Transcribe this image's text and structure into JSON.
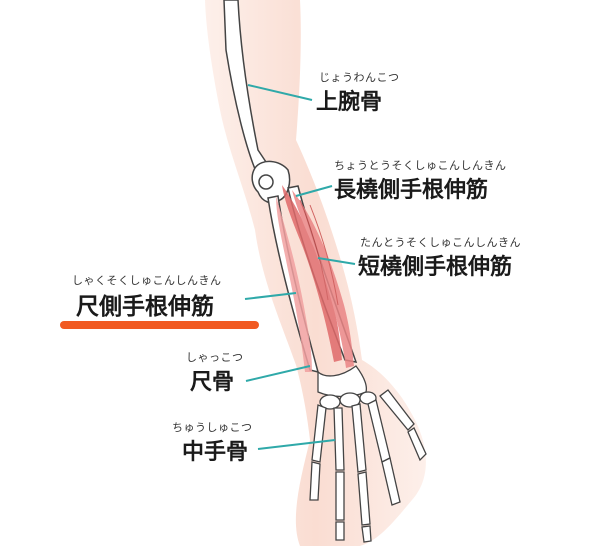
{
  "colors": {
    "leader_line": "#2fa9a9",
    "highlight_underline": "#f15a22",
    "skin": "#fbe4dc",
    "muscle": "#e57373",
    "bone_outline": "#444444"
  },
  "labels": {
    "humerus": {
      "reading": "じょうわんこつ",
      "name": "上腕骨"
    },
    "ecrl": {
      "reading": "ちょうとうそくしゅこんしんきん",
      "name": "長橈側手根伸筋"
    },
    "ecrb": {
      "reading": "たんとうそくしゅこんしんきん",
      "name": "短橈側手根伸筋"
    },
    "ecu": {
      "reading": "しゃくそくしゅこんしんきん",
      "name": "尺側手根伸筋",
      "highlighted": true
    },
    "ulna": {
      "reading": "しゃっこつ",
      "name": "尺骨"
    },
    "metacarpal": {
      "reading": "ちゅうしゅこつ",
      "name": "中手骨"
    }
  }
}
